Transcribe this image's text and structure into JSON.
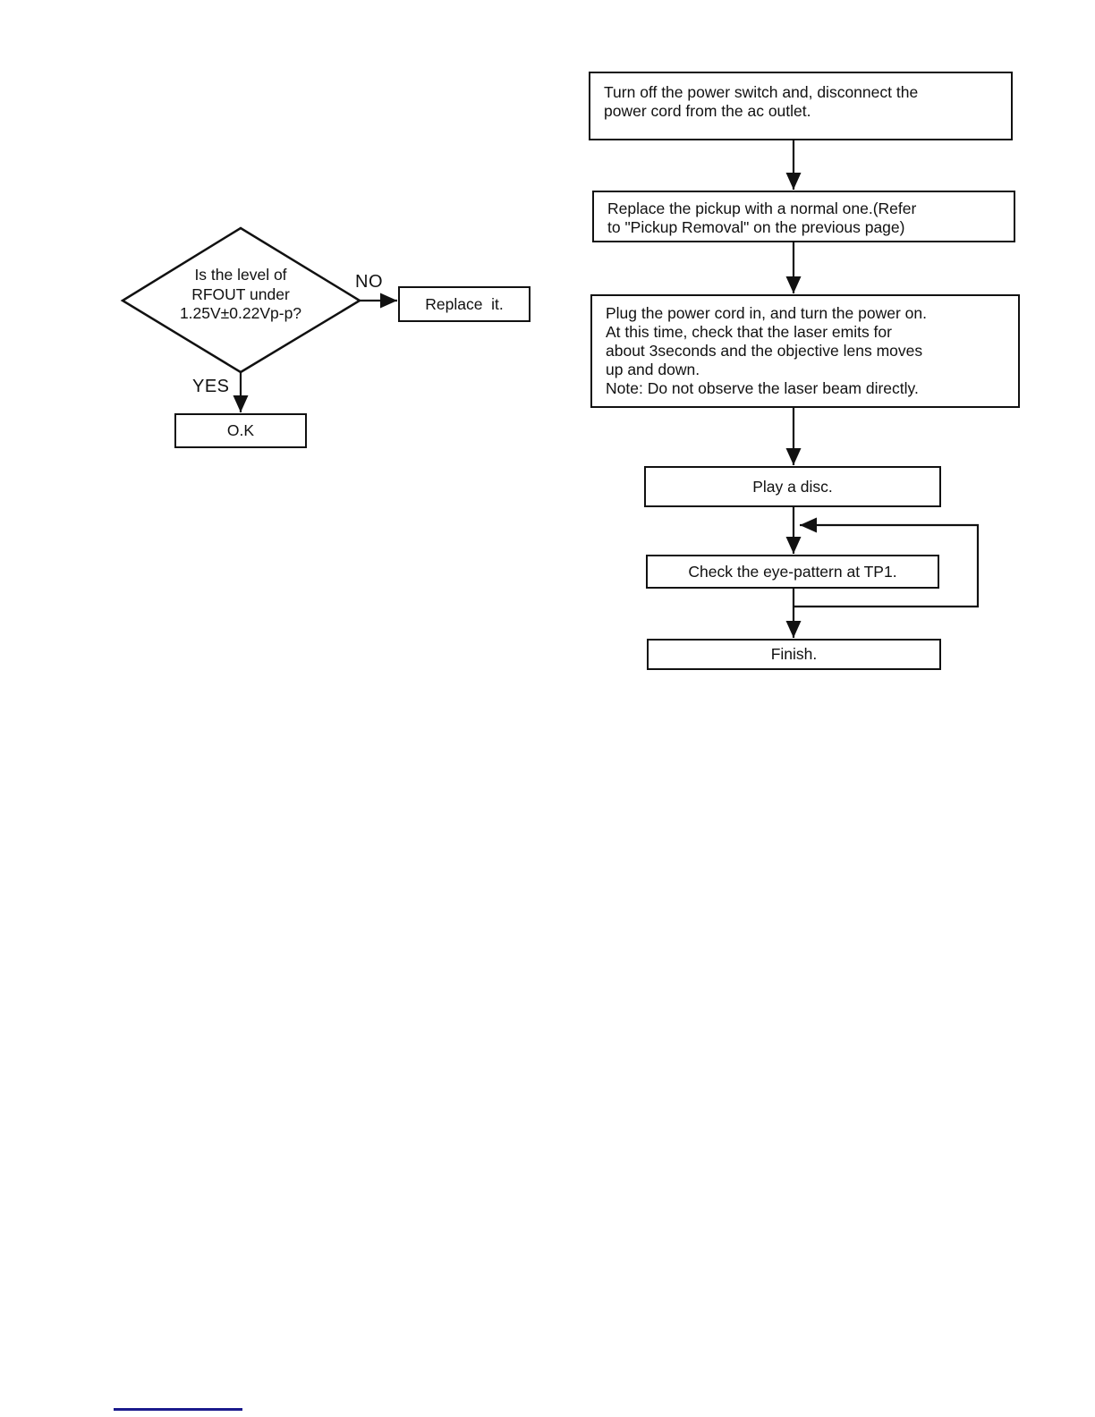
{
  "page": {
    "background_color": "#ffffff",
    "line_color": "#111111",
    "footer_line_color": "#1a1a8c"
  },
  "decision_branch": {
    "question": "Is the level of\nRFOUT under\n1.25V±0.22Vp-p?",
    "no_label": "NO",
    "yes_label": "YES",
    "no_result": "Replace  it.",
    "yes_result": "O.K"
  },
  "main_flow": {
    "steps": [
      {
        "text": "Turn off the power switch and, disconnect the\npower cord from the ac outlet."
      },
      {
        "text": "Replace the pickup with a normal one.(Refer\nto \"Pickup Removal\" on the previous page)"
      },
      {
        "text": "Plug the power cord in, and turn the power on.\nAt this time, check that the laser emits for\nabout 3seconds and the objective lens moves\nup and down.\nNote: Do not observe the laser beam directly."
      },
      {
        "text": "Play a disc."
      },
      {
        "text": "Check the eye-pattern at TP1."
      },
      {
        "text": "Finish."
      }
    ]
  }
}
